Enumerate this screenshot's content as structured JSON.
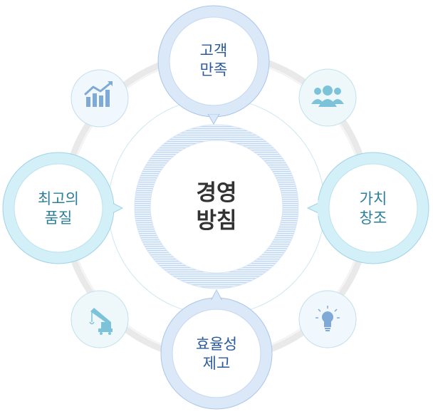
{
  "center": {
    "label": "경영\n방침"
  },
  "nodes": {
    "top": {
      "label": "고객\n만족"
    },
    "right": {
      "label": "가치\n창조"
    },
    "bottom": {
      "label": "효율성\n제고"
    },
    "left": {
      "label": "최고의\n품질"
    }
  },
  "icons": [
    "chart-icon",
    "people-icon",
    "crane-icon",
    "lightbulb-icon"
  ],
  "colors": {
    "blue_ring": "#dbe8f8",
    "blue_ring_border": "#a9c6e8",
    "teal_ring": "#d3eff7",
    "teal_ring_border": "#9fd3e6",
    "blue_text": "#2a5a9c",
    "teal_text": "#2b7f98",
    "center_text": "#333333",
    "icon_blue": "#7fa9d6",
    "icon_teal": "#7cc3da",
    "track": "#e9e9e9"
  }
}
